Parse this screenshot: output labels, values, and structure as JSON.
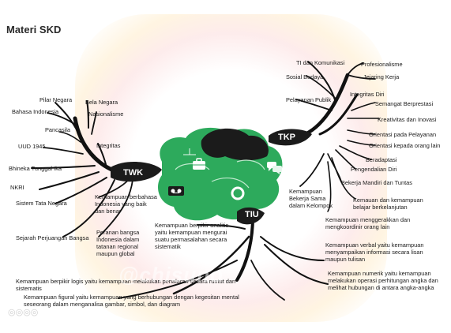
{
  "title": "Materi SKD",
  "hubs": {
    "twk": "TWK",
    "tkp": "TKP",
    "tiu": "TIU"
  },
  "twk_items": {
    "pilar": "Pilar Negara",
    "bahasa": "Bahasa Indonesia",
    "pancasila": "Pancasila",
    "uud": "UUD 1945",
    "bhineka": "Bhineka Tunggal Ika",
    "nkri": "NKRI",
    "sistem": "Sistem Tata Negara",
    "sejarah": "Sejarah Perjuangan Bangsa",
    "bela": "Bela Negara",
    "nasionalisme": "Nasionalisme",
    "integritas": "Integritas",
    "kemampuan_bahasa": "Kemampuan berbahasa Indonesia yang baik dan benar",
    "peranan": "Peranan bangsa Indonesia dalam tatanan regional maupun global"
  },
  "tkp_items": {
    "ti": "TI dan Komunikasi",
    "sosbud": "Sosial Budaya",
    "pelayanan_publik": "Pelayanan Publik",
    "profesionalisme": "Profesionalisme",
    "jejaring": "Jejaring Kerja",
    "integritas_diri": "Integritas Diri",
    "semangat": "Semangat Berprestasi",
    "kreativitas": "Kreativitas dan Inovasi",
    "orientasi_pelayanan": "Orientasi pada Pelayanan",
    "orientasi_orang": "Orientasi kepada orang lain",
    "beradaptasi": "Beradaptasi",
    "pengendalian": "Pengendalian Diri",
    "bekerja_mandiri": "Bekerja Mandiri dan Tuntas",
    "bekerja_sama": "Kemampuan Bekerja Sama dalam Kelompok",
    "kemauan": "Kemauan dan kemampuan belajar berkelanjutan",
    "menggerakkan": "Kemampuan menggerakkan dan mengkoordinir orang lain"
  },
  "tiu_items": {
    "analitis": "Kemampuan berpikir analitis yaitu kemampuan mengurai suatu permasalahan secara sistematik",
    "verbal": "Kemampuan verbal yaitu kemampuan menyampaikan informasi secara lisan maupun tulisan",
    "numerik": "Kemampuan numerik yaitu kemampuan melakukan operasi perhitungan angka dan melihat hubungan di antara angka-angka",
    "logis": "Kemampuan berpikir logis yaitu kemampuan melakukan penalaran secara runtut dan sistematis",
    "figural": "Kemampuan figural yaitu kemampuan yang berhubungan dengan kegesitan mental seseorang dalam menganalisa gambar, simbol, dan diagram"
  },
  "watermark": "@chisuno",
  "colors": {
    "brain_green": "#2daa5c",
    "brain_dark": "#1b1b1b",
    "branch": "#111111"
  },
  "icons": [
    "briefcase-icon",
    "chat-icon",
    "lifebuoy-icon",
    "cassette-icon"
  ]
}
